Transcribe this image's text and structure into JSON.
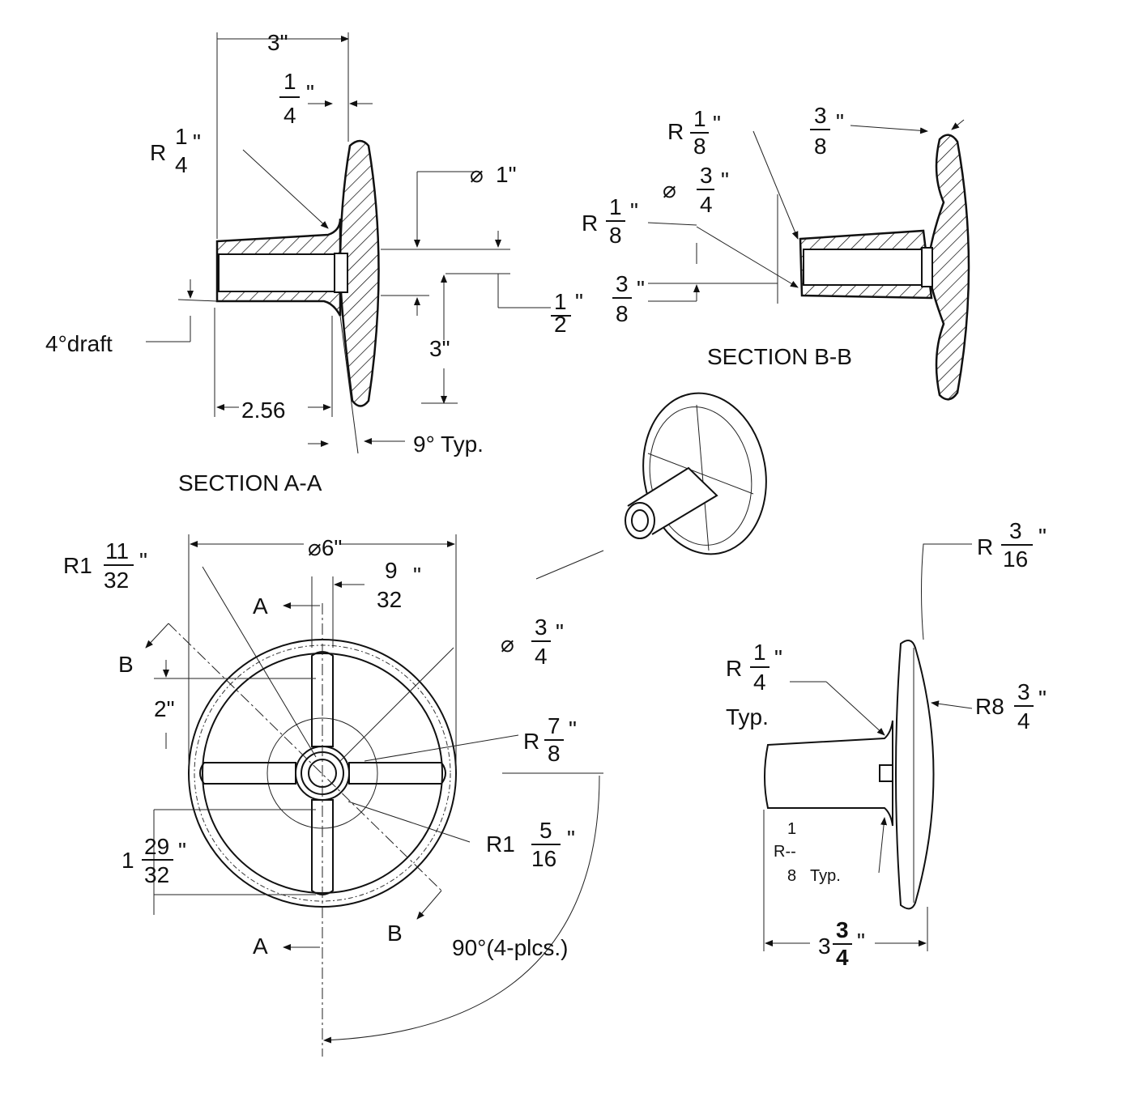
{
  "section_aa": {
    "title": "SECTION A-A",
    "overall_width": "3\"",
    "wall": {
      "num": "1",
      "den": "4",
      "unit": "\""
    },
    "fillet": {
      "pre": "R",
      "num": "1",
      "den": "4",
      "unit": "\""
    },
    "bore": {
      "pre": "⌀",
      "val": "1\""
    },
    "offset": {
      "num": "1",
      "den": "2",
      "unit": "\""
    },
    "height": "3\"",
    "draft": "4°draft",
    "hub_length": "2.56",
    "angle": "9° Typ."
  },
  "section_bb": {
    "title": "SECTION B-B",
    "fillet_top": {
      "pre": "R",
      "num": "1",
      "den": "8",
      "unit": "\""
    },
    "rib_thickness": {
      "num": "3",
      "den": "8",
      "unit": "\""
    },
    "diameter": {
      "pre": "⌀",
      "num": "3",
      "den": "4",
      "unit": "\""
    },
    "fillet_mid": {
      "pre": "R",
      "num": "1",
      "den": "8",
      "unit": "\""
    },
    "wall": {
      "num": "3",
      "den": "8",
      "unit": "\""
    }
  },
  "front_view": {
    "radius_outer": {
      "pre": "R1",
      "num": "11",
      "den": "32",
      "unit": "\""
    },
    "diameter": "⌀6\"",
    "spoke_width": {
      "num": "9",
      "den": "32",
      "unit": "\""
    },
    "section_a": "A",
    "section_b": "B",
    "spoke_length": "2\"",
    "hub_diameter": {
      "pre": "⌀",
      "num": "3",
      "den": "4",
      "unit": "\""
    },
    "hub_radius": {
      "pre": "R",
      "num": "7",
      "den": "8",
      "unit": "\""
    },
    "offset": {
      "pre": "1",
      "num": "29",
      "den": "32",
      "unit": "\""
    },
    "radius_inner": {
      "pre": "R1",
      "num": "5",
      "den": "16",
      "unit": "\""
    },
    "angle": "90°(4-plcs.)"
  },
  "side_view": {
    "rim_radius": {
      "pre": "R",
      "num": "3",
      "den": "16",
      "unit": "\""
    },
    "fillet": {
      "pre": "R",
      "num": "1",
      "den": "4",
      "unit": "\"",
      "note": "Typ."
    },
    "face_radius": {
      "pre": "R8",
      "num": "3",
      "den": "4",
      "unit": "\""
    },
    "small_fillet": {
      "num": "1",
      "pre": "R--",
      "den": "8",
      "note": "Typ."
    },
    "length": {
      "pre": "3",
      "num": "3",
      "den": "4",
      "unit": "\""
    }
  }
}
